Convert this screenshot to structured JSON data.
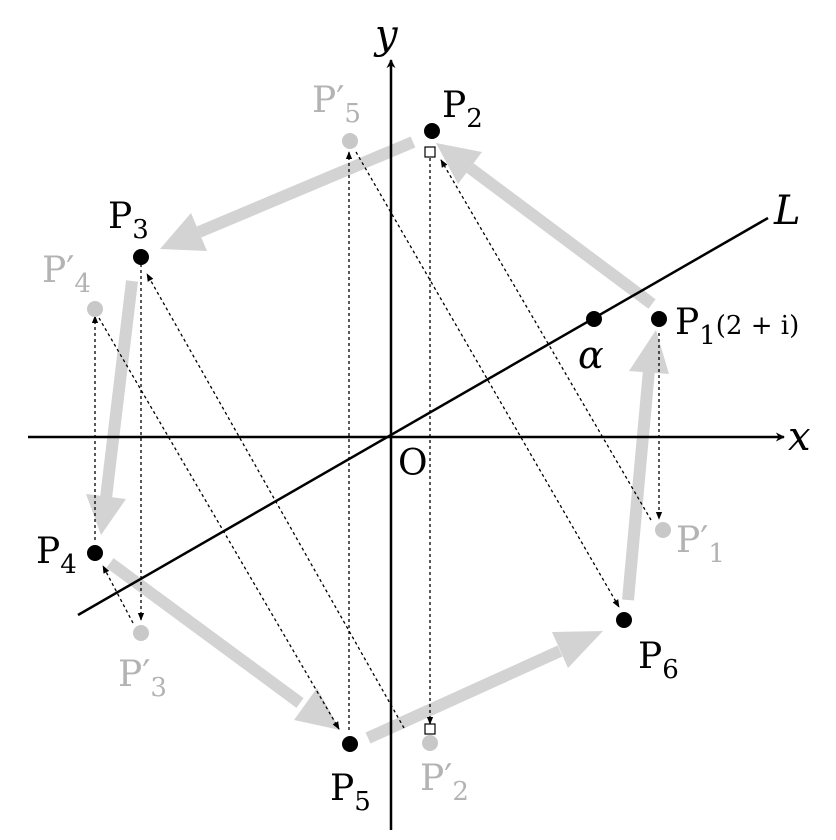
{
  "axes": {
    "x_label": "x",
    "y_label": "y",
    "origin_label": "O"
  },
  "line": {
    "label": "L",
    "point_label": "α"
  },
  "points": {
    "P1": {
      "base": "P",
      "sub": "1",
      "extra": "(2 + i)"
    },
    "P2": {
      "base": "P",
      "sub": "2"
    },
    "P3": {
      "base": "P",
      "sub": "3"
    },
    "P4": {
      "base": "P",
      "sub": "4"
    },
    "P5": {
      "base": "P",
      "sub": "5"
    },
    "P6": {
      "base": "P",
      "sub": "6"
    }
  },
  "reflected_points": {
    "P1p": {
      "base": "P′",
      "sub": "1"
    },
    "P2p": {
      "base": "P′",
      "sub": "2"
    },
    "P3p": {
      "base": "P′",
      "sub": "3"
    },
    "P4p": {
      "base": "P′",
      "sub": "4"
    },
    "P5p": {
      "base": "P′",
      "sub": "5"
    }
  },
  "colors": {
    "main": "#000000",
    "faded": "#b3b3b3",
    "arrow": "#d3d3d3"
  }
}
